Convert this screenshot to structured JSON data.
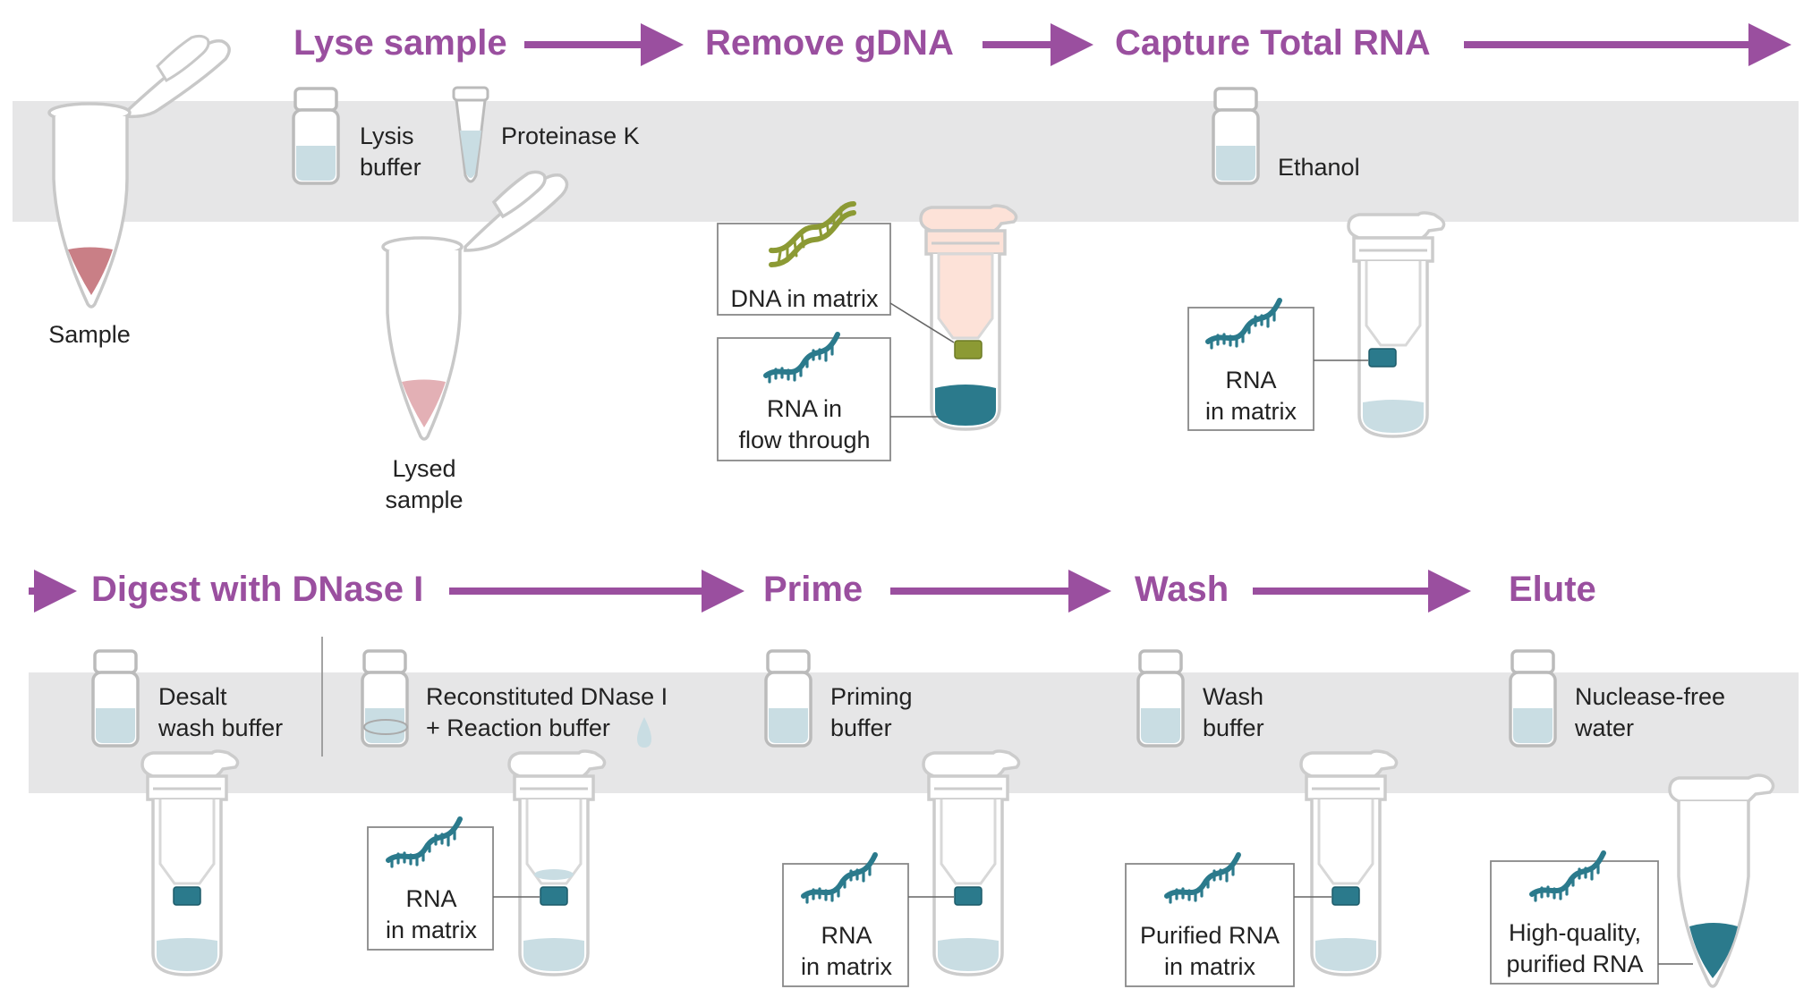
{
  "colors": {
    "step_purple": "#9a4f9f",
    "band_gray": "#e6e6e7",
    "sample_pink": "#c97f86",
    "lysed_pink": "#e3b0b5",
    "rna_teal": "#2b7a8c",
    "dna_olive": "#8c9a34",
    "buffer_blue": "#c9dde3",
    "column_peach": "#fde2d8"
  },
  "steps": {
    "lyse": "Lyse sample",
    "remove": "Remove gDNA",
    "capture": "Capture Total RNA",
    "digest": "Digest with DNase I",
    "prime": "Prime",
    "wash": "Wash",
    "elute": "Elute"
  },
  "reagents": {
    "lysis_1": "Lysis",
    "lysis_2": "buffer",
    "proteinase": "Proteinase K",
    "ethanol": "Ethanol",
    "desalt_1": "Desalt",
    "desalt_2": "wash buffer",
    "dnase_1": "Reconstituted DNase I",
    "dnase_2": "+ Reaction buffer",
    "priming_1": "Priming",
    "priming_2": "buffer",
    "wash_1": "Wash",
    "wash_2": "buffer",
    "water_1": "Nuclease-free",
    "water_2": "water"
  },
  "samples": {
    "sample": "Sample",
    "lysed_1": "Lysed",
    "lysed_2": "sample"
  },
  "callouts": {
    "dna_matrix": "DNA in matrix",
    "rna_flow_1": "RNA in",
    "rna_flow_2": "flow through",
    "capture_1": "RNA",
    "capture_2": "in matrix",
    "digest_1": "RNA",
    "digest_2": "in matrix",
    "prime_1": "RNA",
    "prime_2": "in matrix",
    "wash_1": "Purified RNA",
    "wash_2": "in matrix",
    "elute_1": "High-quality,",
    "elute_2": "purified RNA"
  }
}
